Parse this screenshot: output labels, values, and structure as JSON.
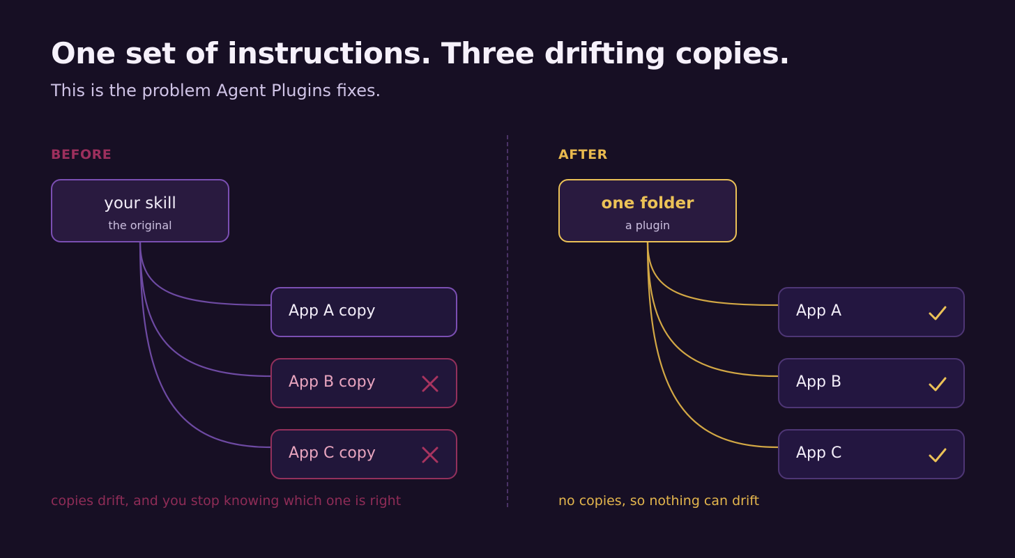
{
  "title": "One set of instructions. Three drifting copies.",
  "subtitle": "This is the problem Agent Plugins fixes.",
  "before": {
    "label": "BEFORE",
    "source": {
      "title": "your skill",
      "subtitle": "the original"
    },
    "targets": [
      {
        "label": "App A copy",
        "status": "ok"
      },
      {
        "label": "App B copy",
        "status": "drifted",
        "icon": "x-icon"
      },
      {
        "label": "App C copy",
        "status": "drifted",
        "icon": "x-icon"
      }
    ],
    "caption": "copies drift, and you stop knowing which one is right"
  },
  "after": {
    "label": "AFTER",
    "source": {
      "title": "one folder",
      "subtitle": "a plugin"
    },
    "targets": [
      {
        "label": "App A",
        "status": "ok",
        "icon": "check-icon"
      },
      {
        "label": "App B",
        "status": "ok",
        "icon": "check-icon"
      },
      {
        "label": "App C",
        "status": "ok",
        "icon": "check-icon"
      }
    ],
    "caption": "no copies, so nothing can drift"
  },
  "colors": {
    "background": "#170f24",
    "before_accent": "#7b4fb3",
    "drift_accent": "#93305c",
    "after_accent": "#ecc257"
  }
}
